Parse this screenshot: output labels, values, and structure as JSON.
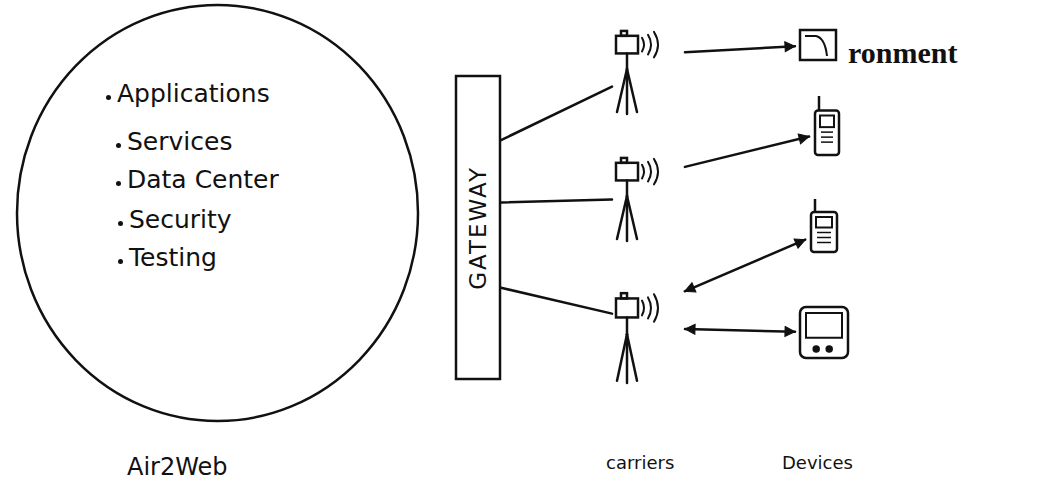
{
  "diagram": {
    "nodes": [
      {
        "text": [
          "Applications",
          "Services",
          "Data Center",
          "Security",
          "Testing",
          "Air2Web"
        ]
      },
      {
        "text": [
          "GATEWAY"
        ]
      },
      {
        "text": []
      },
      {
        "text": []
      },
      {
        "text": []
      },
      {
        "text": []
      },
      {
        "text": []
      },
      {
        "text": []
      },
      {
        "text": []
      }
    ],
    "edges": [
      {
        "from": 1,
        "to": 2,
        "arrow": "none"
      },
      {
        "from": 1,
        "to": 5,
        "arrow": "none"
      },
      {
        "from": 1,
        "to": 7,
        "arrow": "none"
      },
      {
        "from": 2,
        "to": 3,
        "arrow": "to"
      },
      {
        "from": 5,
        "to": 4,
        "arrow": "to"
      },
      {
        "from": 7,
        "to": 6,
        "arrow": "both"
      },
      {
        "from": 7,
        "to": 8,
        "arrow": "both"
      }
    ],
    "labels": [
      "ronment",
      "carriers",
      "Devices"
    ]
  }
}
